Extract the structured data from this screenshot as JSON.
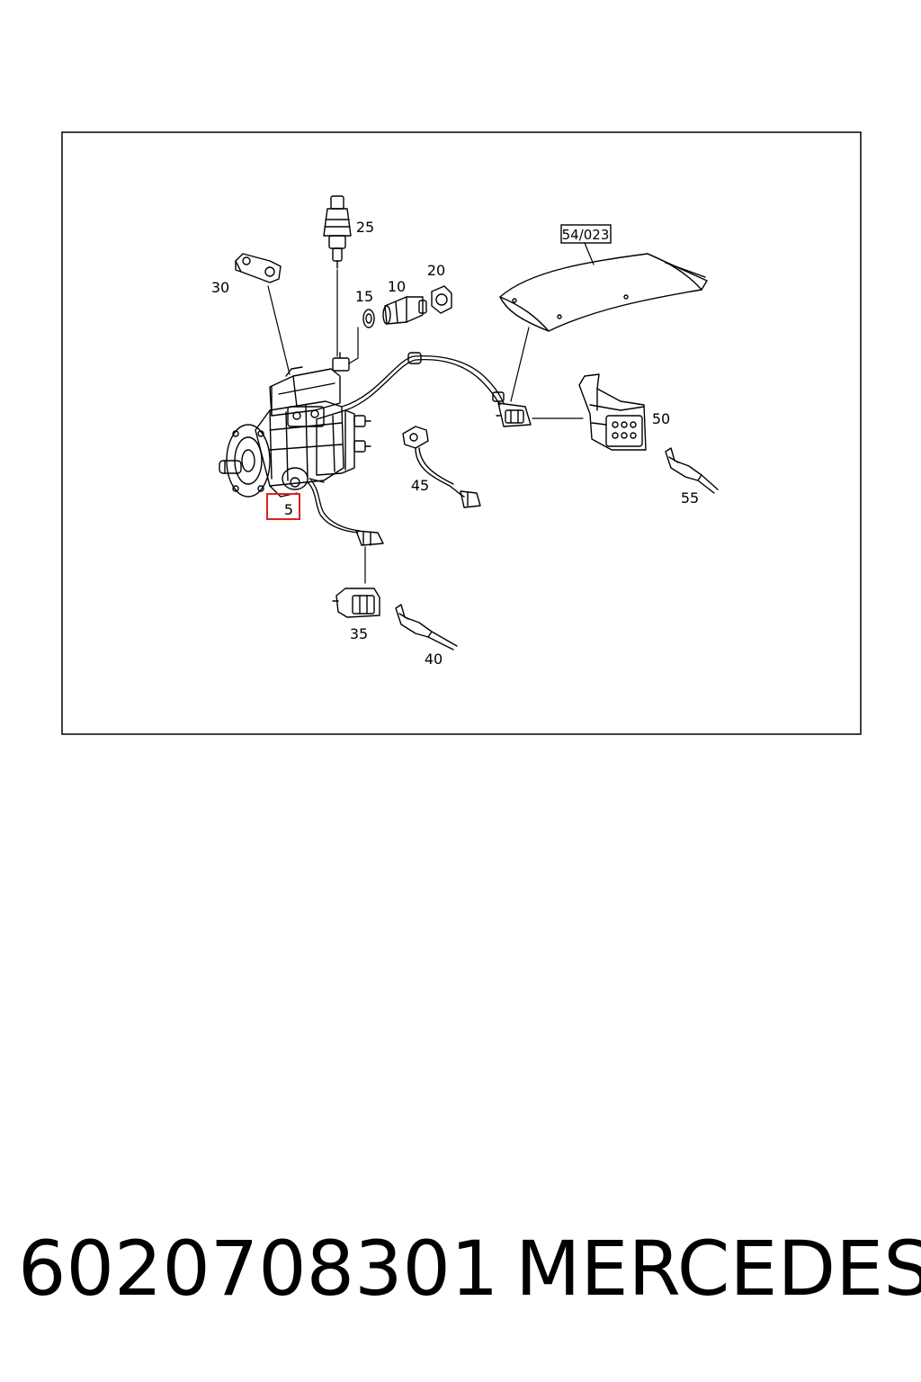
{
  "diagram": {
    "callouts": {
      "c5": "5",
      "c10": "10",
      "c15": "15",
      "c20": "20",
      "c25": "25",
      "c30": "30",
      "c35": "35",
      "c40": "40",
      "c45": "45",
      "c50": "50",
      "c55": "55"
    },
    "reference": "54/023",
    "highlight_color": "#e02020"
  },
  "caption": {
    "part_number": "6020708301",
    "brand": "MERCEDES"
  }
}
